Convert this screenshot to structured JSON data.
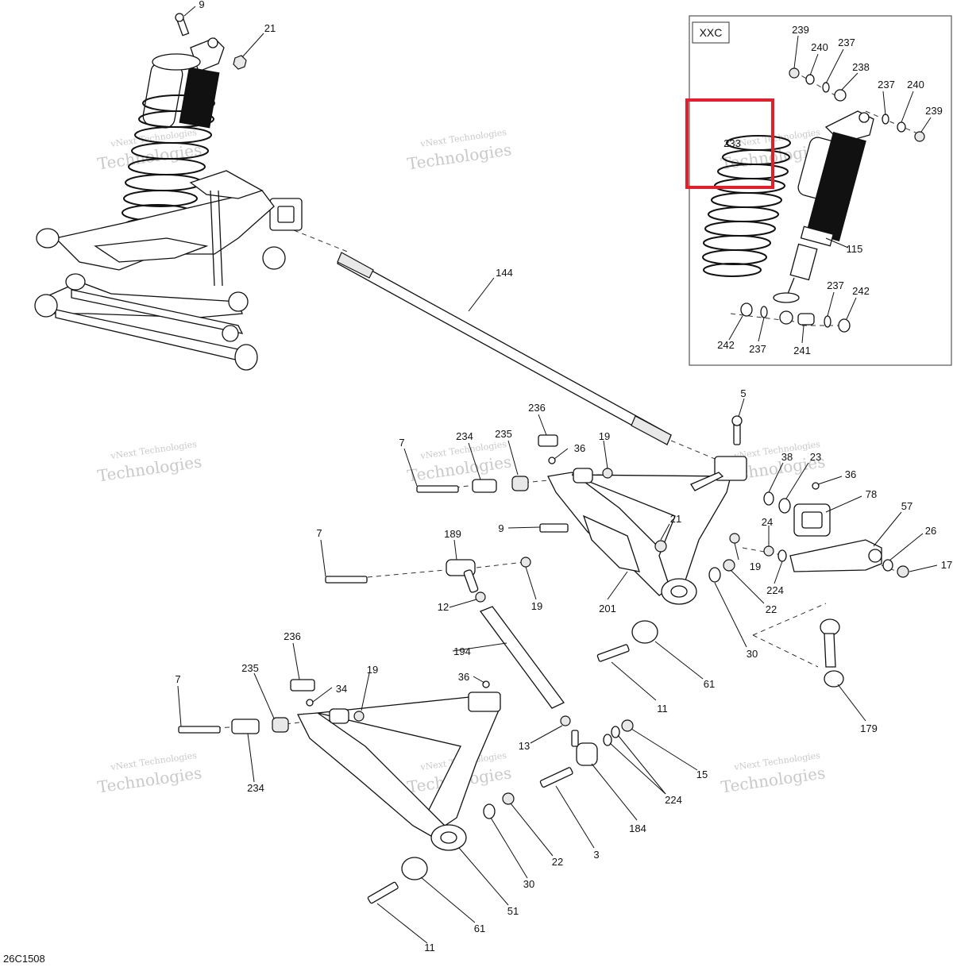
{
  "diagram": {
    "figure_code": "26C1508",
    "inset_label": "XXC",
    "watermark_line1": "vNext Technologies",
    "watermark_line2": "Technologies",
    "highlight_color": "#e0202a",
    "callouts": [
      {
        "id": "c9a",
        "label": "9"
      },
      {
        "id": "c21a",
        "label": "21"
      },
      {
        "id": "c144",
        "label": "144"
      },
      {
        "id": "c239a",
        "label": "239"
      },
      {
        "id": "c240a",
        "label": "240"
      },
      {
        "id": "c237a",
        "label": "237"
      },
      {
        "id": "c238",
        "label": "238"
      },
      {
        "id": "c237b",
        "label": "237"
      },
      {
        "id": "c240b",
        "label": "240"
      },
      {
        "id": "c239b",
        "label": "239"
      },
      {
        "id": "c233",
        "label": "233"
      },
      {
        "id": "c115",
        "label": "115"
      },
      {
        "id": "c237c",
        "label": "237"
      },
      {
        "id": "c242a",
        "label": "242"
      },
      {
        "id": "c242b",
        "label": "242"
      },
      {
        "id": "c237d",
        "label": "237"
      },
      {
        "id": "c241",
        "label": "241"
      },
      {
        "id": "c5",
        "label": "5"
      },
      {
        "id": "c236a",
        "label": "236"
      },
      {
        "id": "c7a",
        "label": "7"
      },
      {
        "id": "c234a",
        "label": "234"
      },
      {
        "id": "c235a",
        "label": "235"
      },
      {
        "id": "c36a",
        "label": "36"
      },
      {
        "id": "c19a",
        "label": "19"
      },
      {
        "id": "c38",
        "label": "38"
      },
      {
        "id": "c23",
        "label": "23"
      },
      {
        "id": "c36b",
        "label": "36"
      },
      {
        "id": "c78",
        "label": "78"
      },
      {
        "id": "c57",
        "label": "57"
      },
      {
        "id": "c9b",
        "label": "9"
      },
      {
        "id": "c21b",
        "label": "21"
      },
      {
        "id": "c24",
        "label": "24"
      },
      {
        "id": "c26",
        "label": "26"
      },
      {
        "id": "c17",
        "label": "17"
      },
      {
        "id": "c7b",
        "label": "7"
      },
      {
        "id": "c189",
        "label": "189"
      },
      {
        "id": "c19b",
        "label": "19"
      },
      {
        "id": "c224a",
        "label": "224"
      },
      {
        "id": "c12",
        "label": "12"
      },
      {
        "id": "c19c",
        "label": "19"
      },
      {
        "id": "c201",
        "label": "201"
      },
      {
        "id": "c22a",
        "label": "22"
      },
      {
        "id": "c30a",
        "label": "30"
      },
      {
        "id": "c194",
        "label": "194"
      },
      {
        "id": "c61a",
        "label": "61"
      },
      {
        "id": "c236b",
        "label": "236"
      },
      {
        "id": "c7c",
        "label": "7"
      },
      {
        "id": "c235b",
        "label": "235"
      },
      {
        "id": "c19d",
        "label": "19"
      },
      {
        "id": "c34",
        "label": "34"
      },
      {
        "id": "c36c",
        "label": "36"
      },
      {
        "id": "c11a",
        "label": "11"
      },
      {
        "id": "c179",
        "label": "179"
      },
      {
        "id": "c13",
        "label": "13"
      },
      {
        "id": "c15",
        "label": "15"
      },
      {
        "id": "c234b",
        "label": "234"
      },
      {
        "id": "c224b",
        "label": "224"
      },
      {
        "id": "c22b",
        "label": "22"
      },
      {
        "id": "c184",
        "label": "184"
      },
      {
        "id": "c3",
        "label": "3"
      },
      {
        "id": "c30b",
        "label": "30"
      },
      {
        "id": "c51",
        "label": "51"
      },
      {
        "id": "c61b",
        "label": "61"
      },
      {
        "id": "c11b",
        "label": "11"
      }
    ]
  }
}
